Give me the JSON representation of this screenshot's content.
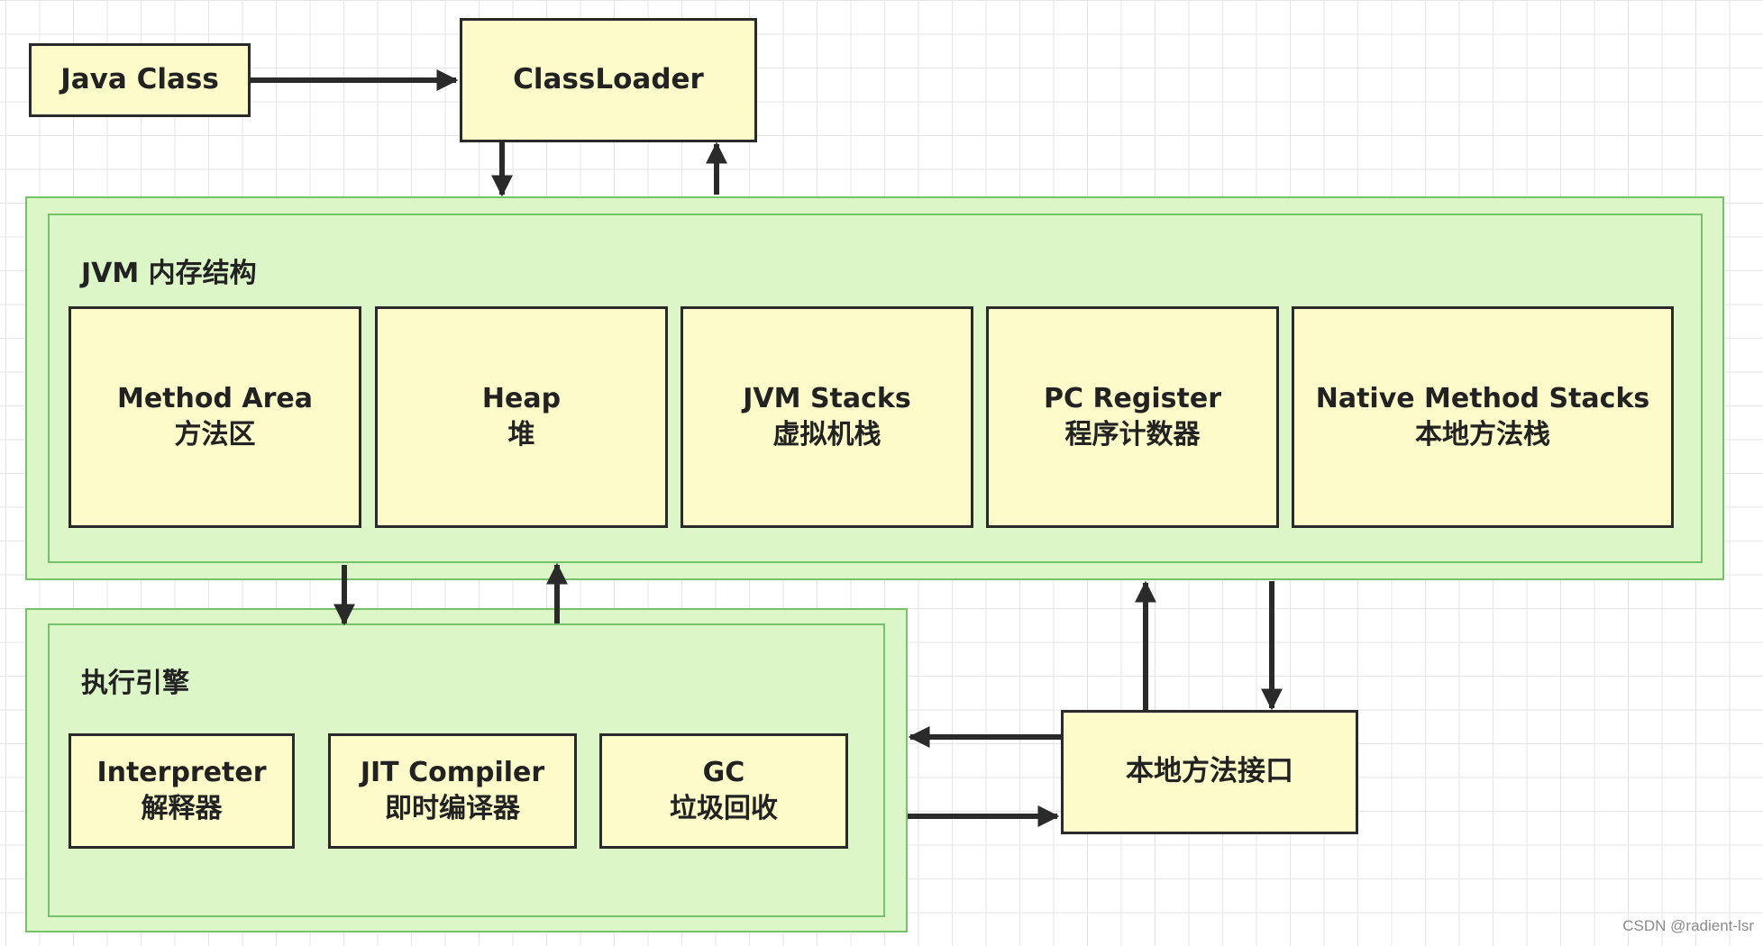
{
  "top": {
    "java_class": "Java Class",
    "classloader": "ClassLoader"
  },
  "memory": {
    "title": "JVM 内存结构",
    "areas": [
      {
        "en": "Method Area",
        "zh": "方法区"
      },
      {
        "en": "Heap",
        "zh": "堆"
      },
      {
        "en": "JVM Stacks",
        "zh": "虚拟机栈"
      },
      {
        "en": "PC Register",
        "zh": "程序计数器"
      },
      {
        "en": "Native Method Stacks",
        "zh": "本地方法栈"
      }
    ]
  },
  "engine": {
    "title": "执行引擎",
    "components": [
      {
        "en": "Interpreter",
        "zh": "解释器"
      },
      {
        "en": "JIT Compiler",
        "zh": "即时编译器"
      },
      {
        "en": "GC",
        "zh": "垃圾回收"
      }
    ]
  },
  "native_interface": "本地方法接口",
  "watermark": "CSDN @radient-lsr",
  "colors": {
    "box_fill": "#fdfbc9",
    "container_fill": "#dcf6c8",
    "container_border": "#76c26a",
    "line": "#2a2a2a"
  }
}
